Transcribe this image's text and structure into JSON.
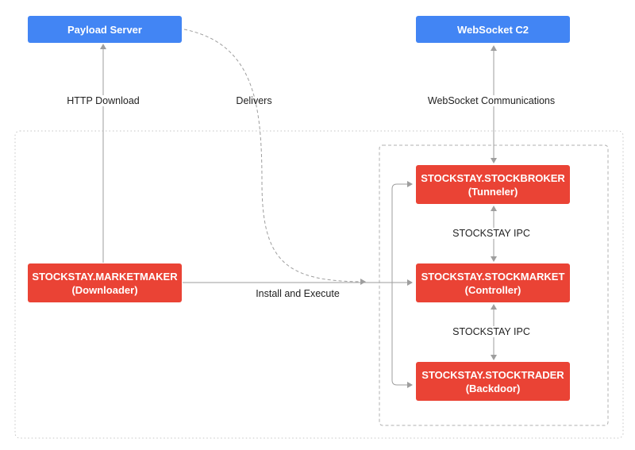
{
  "nodes": {
    "payload_server": {
      "line1": "Payload Server"
    },
    "websocket_c2": {
      "line1": "WebSocket C2"
    },
    "marketmaker": {
      "line1": "STOCKSTAY.MARKETMAKER",
      "line2": "(Downloader)"
    },
    "stockbroker": {
      "line1": "STOCKSTAY.STOCKBROKER",
      "line2": "(Tunneler)"
    },
    "stockmarket": {
      "line1": "STOCKSTAY.STOCKMARKET",
      "line2": "(Controller)"
    },
    "stocktrader": {
      "line1": "STOCKSTAY.STOCKTRADER",
      "line2": "(Backdoor)"
    }
  },
  "edge_labels": {
    "http_download": "HTTP Download",
    "delivers": "Delivers",
    "websocket_comms": "WebSocket Communications",
    "ipc_top": "STOCKSTAY IPC",
    "ipc_bottom": "STOCKSTAY IPC",
    "install_execute": "Install and Execute"
  },
  "colors": {
    "blue_node": "#4285f4",
    "red_node": "#ea4335",
    "edge": "#9e9e9e",
    "dashed_border": "#bdbdbd"
  }
}
